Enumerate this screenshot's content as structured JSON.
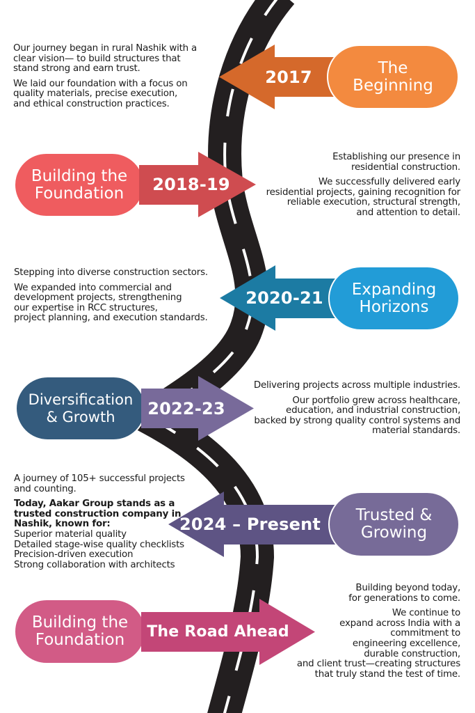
{
  "colors": {
    "road": "#231f20",
    "road_dash": "#ffffff",
    "background": "#ffffff"
  },
  "milestones": [
    {
      "period": "2017",
      "title_lines": [
        "The",
        "Beginning"
      ],
      "direction": "left",
      "pill_color": "#f38a3f",
      "arrow_color": "#d5692b",
      "paragraphs": [
        [
          "Our journey began in rural Nashik with a",
          "clear vision— to build structures that",
          "stand strong and earn trust."
        ],
        [
          "We laid our foundation with a focus on",
          "quality materials, precise execution,",
          "and ethical construction practices."
        ]
      ]
    },
    {
      "period": "2018-19",
      "title_lines": [
        "Building the",
        "Foundation"
      ],
      "direction": "right",
      "pill_color": "#ef5c5f",
      "arrow_color": "#cf4c50",
      "paragraphs": [
        [
          "Establishing our presence in",
          "residential construction."
        ],
        [
          "We successfully delivered early",
          "residential projects, gaining recognition for",
          "reliable execution, structural strength,",
          "and attention to detail."
        ]
      ]
    },
    {
      "period": "2020-21",
      "title_lines": [
        "Expanding",
        "Horizons"
      ],
      "direction": "left",
      "pill_color": "#229cd7",
      "arrow_color": "#1c7ba3",
      "paragraphs": [
        [
          "Stepping into diverse construction sectors."
        ],
        [
          "We expanded into commercial and",
          "development projects, strengthening",
          "our expertise in RCC structures,",
          "project planning, and execution standards."
        ]
      ]
    },
    {
      "period": "2022-23",
      "title_lines": [
        "Diversification",
        "& Growth"
      ],
      "direction": "right",
      "pill_color": "#345b7d",
      "arrow_color": "#786a9a",
      "paragraphs": [
        [
          "Delivering projects across multiple industries."
        ],
        [
          "Our portfolio grew across healthcare,",
          "education, and industrial construction,",
          "backed by strong quality control systems and",
          "material standards."
        ]
      ]
    },
    {
      "period": "2024 – Present",
      "title_lines": [
        "Trusted &",
        "Growing"
      ],
      "direction": "left",
      "pill_color": "#776b98",
      "arrow_color": "#5e5484",
      "paragraphs": [
        [
          "A journey of 105+ successful projects",
          "and counting."
        ],
        [
          "Today, Aakar Group stands as a",
          "trusted construction company in",
          "Nashik, known for:"
        ]
      ],
      "list_items": [
        "Superior material quality",
        "Detailed stage-wise quality checklists",
        "Precision-driven execution",
        "Strong collaboration with architects"
      ]
    },
    {
      "period": "The Road Ahead",
      "title_lines": [
        "Building the",
        "Foundation"
      ],
      "direction": "right",
      "pill_color": "#d25b86",
      "arrow_color": "#c34677",
      "paragraphs": [
        [
          "Building beyond today,",
          "for generations to come."
        ],
        [
          "We continue to",
          "expand across India with a",
          "commitment to",
          "engineering excellence,",
          "durable construction,",
          "and client trust—creating structures",
          "that truly stand the test of time."
        ]
      ]
    }
  ]
}
